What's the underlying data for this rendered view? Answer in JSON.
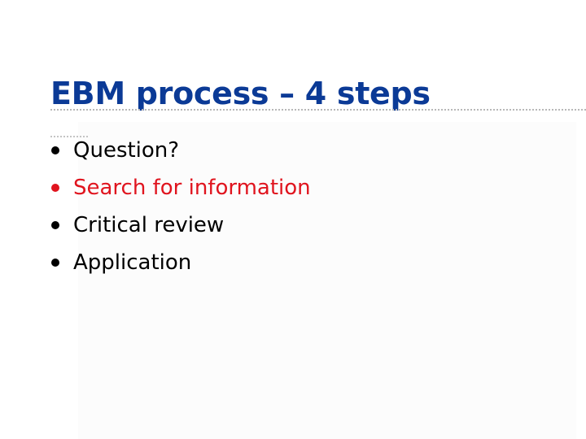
{
  "slide": {
    "title": "EBM process – 4 steps",
    "bullets": [
      {
        "text": "Question?",
        "highlighted": false
      },
      {
        "text": "Search for information",
        "highlighted": true
      },
      {
        "text": "Critical review",
        "highlighted": false
      },
      {
        "text": "Application",
        "highlighted": false
      }
    ]
  },
  "colors": {
    "title": "#0b3a96",
    "body_text": "#000000",
    "highlight": "#e0141e",
    "rule": "#b8b8b8"
  }
}
